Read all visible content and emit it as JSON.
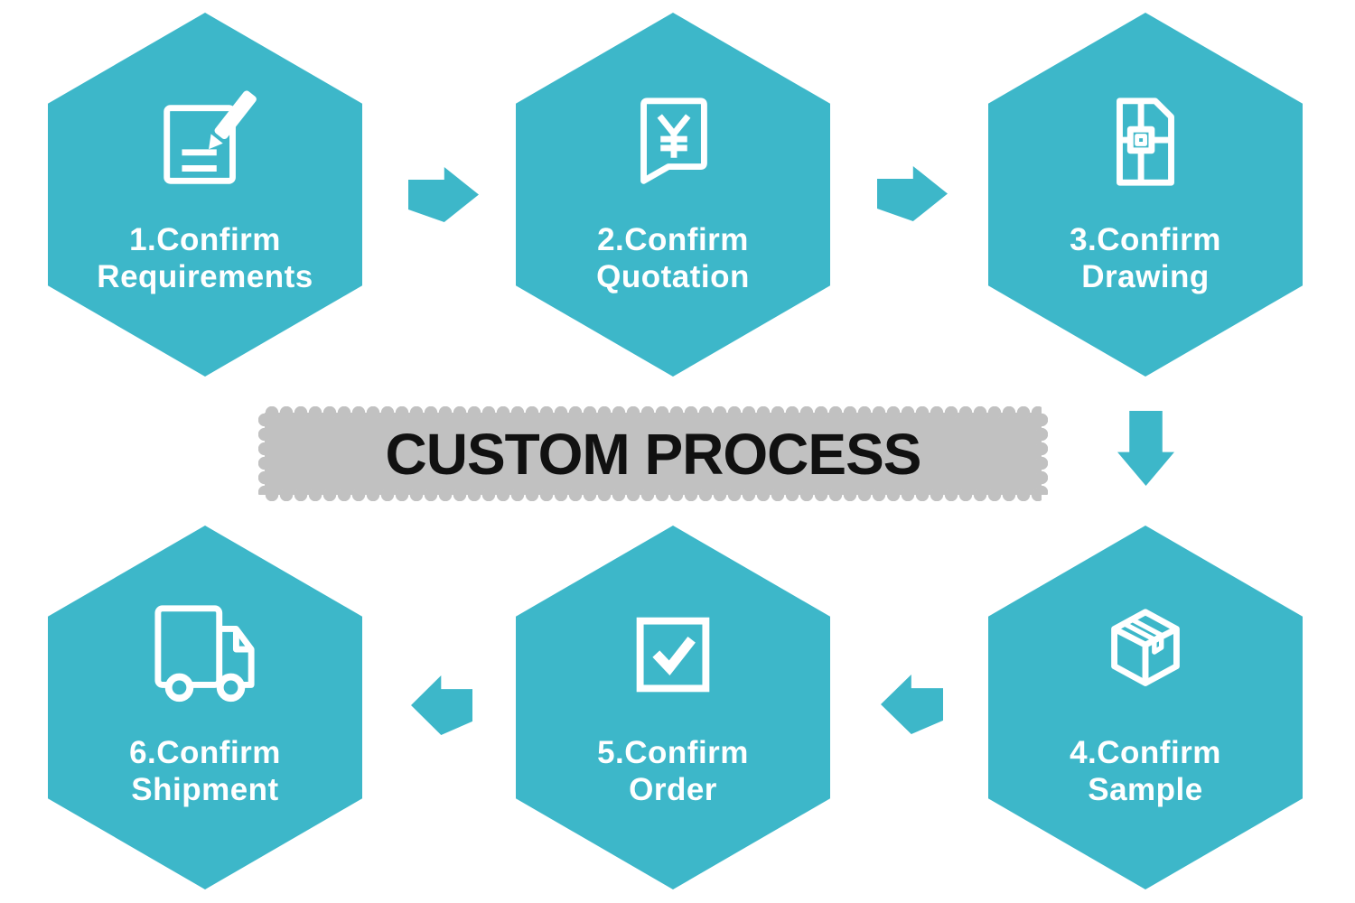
{
  "title": "CUSTOM PROCESS",
  "banner": {
    "label": "CUSTOM PROCESS",
    "background": "#c1c1c1",
    "text_color": "#111111"
  },
  "theme": {
    "hex_fill": "#3db7c9",
    "arrow_fill": "#3db7c9",
    "icon_stroke": "#ffffff",
    "step_text_color": "#ffffff",
    "page_background": "#ffffff"
  },
  "steps": [
    {
      "number": "1",
      "line1": "1.Confirm",
      "line2": "Requirements",
      "icon": "document-pencil-icon",
      "position": "top-left"
    },
    {
      "number": "2",
      "line1": "2.Confirm",
      "line2": "Quotation",
      "icon": "yen-quote-bubble-icon",
      "position": "top-center"
    },
    {
      "number": "3",
      "line1": "3.Confirm",
      "line2": "Drawing",
      "icon": "blueprint-drawing-icon",
      "position": "top-right"
    },
    {
      "number": "4",
      "line1": "4.Confirm",
      "line2": "Sample",
      "icon": "package-box-icon",
      "position": "bottom-right"
    },
    {
      "number": "5",
      "line1": "5.Confirm",
      "line2": "Order",
      "icon": "checkbox-check-icon",
      "position": "bottom-center"
    },
    {
      "number": "6",
      "line1": "6.Confirm",
      "line2": "Shipment",
      "icon": "delivery-truck-icon",
      "position": "bottom-left"
    }
  ],
  "arrows": [
    {
      "from": "1",
      "to": "2",
      "direction": "right"
    },
    {
      "from": "2",
      "to": "3",
      "direction": "right"
    },
    {
      "from": "3",
      "to": "4",
      "direction": "down"
    },
    {
      "from": "4",
      "to": "5",
      "direction": "left"
    },
    {
      "from": "5",
      "to": "6",
      "direction": "left"
    }
  ]
}
